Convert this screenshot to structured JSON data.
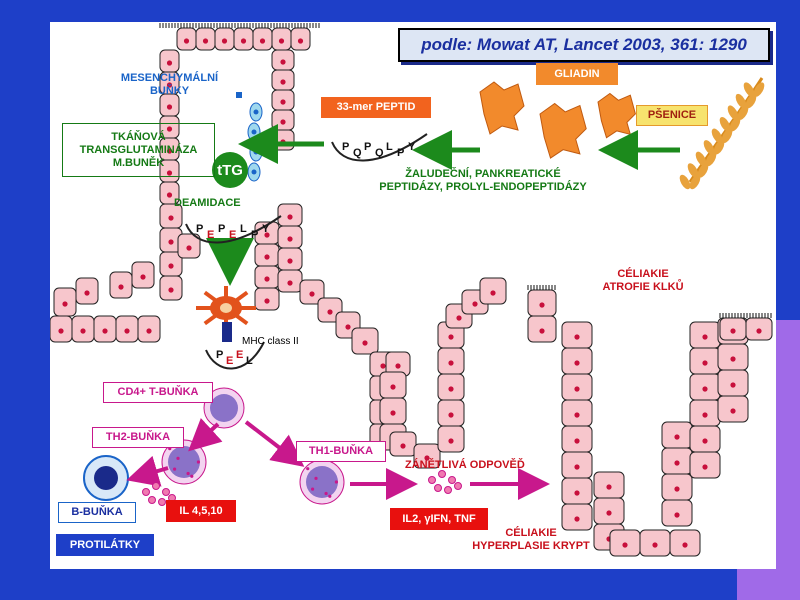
{
  "citation": "podle: Mowat AT, Lancet 2003, 361: 1290",
  "labels": {
    "gliadin": "GLIADIN",
    "psenice": "PŠENICE",
    "peptide33": "33-mer PEPTID",
    "mesenchymal_line1": "MESENCHYMÁLNÍ",
    "mesenchymal_line2": "BUŇKY",
    "ttg_box_line1": "TKÁŇOVÁ",
    "ttg_box_line2": "TRANSGLUTAMINÁZA",
    "ttg_box_line3": "M.BUNĚK",
    "ttg": "tTG",
    "deamidace": "DEAMIDACE",
    "peptidases_line1": "ŽALUDEČNÍ, PANKREATICKÉ",
    "peptidases_line2": "PEPTIDÁZY, PROLYL-ENDOPEPTIDÁZY",
    "mhc": "MHC class II",
    "cd4": "CD4+ T-BUŇKA",
    "th2": "TH2-BUŇKA",
    "th1": "TH1-BUŇKA",
    "bcell": "B-BUŇKA",
    "il4510": "IL 4,5,10",
    "protilatky": "PROTILÁTKY",
    "inflammation": "ZÁNĚTLIVÁ ODPOVĚĎ",
    "cytokines_th1": "IL2, γIFN, TNF",
    "atrophy_line1": "CÉLIAKIE",
    "atrophy_line2": "ATROFIE KLKŮ",
    "hyperplasia_line1": "CÉLIAKIE",
    "hyperplasia_line2": "HYPERPLASIE KRYPT"
  },
  "peptide_raw": [
    "P",
    "Q",
    "P",
    "Q",
    "L",
    "P",
    "Y"
  ],
  "peptide_deamidated": [
    "P",
    "E",
    "P",
    "E",
    "L",
    "P",
    "Y"
  ],
  "peptide_mhc": [
    "P",
    "E",
    "E",
    "L"
  ],
  "colors": {
    "background": "#1e3fc8",
    "accent": "#a06ae8",
    "green_arrow": "#1c8a1c",
    "magenta": "#c8188c",
    "cell_fill": "#f7c6cc",
    "red_box": "#e8100e",
    "blue_text": "#1a64c8",
    "green_text": "#157a15",
    "dark_red_text": "#c8101c"
  }
}
